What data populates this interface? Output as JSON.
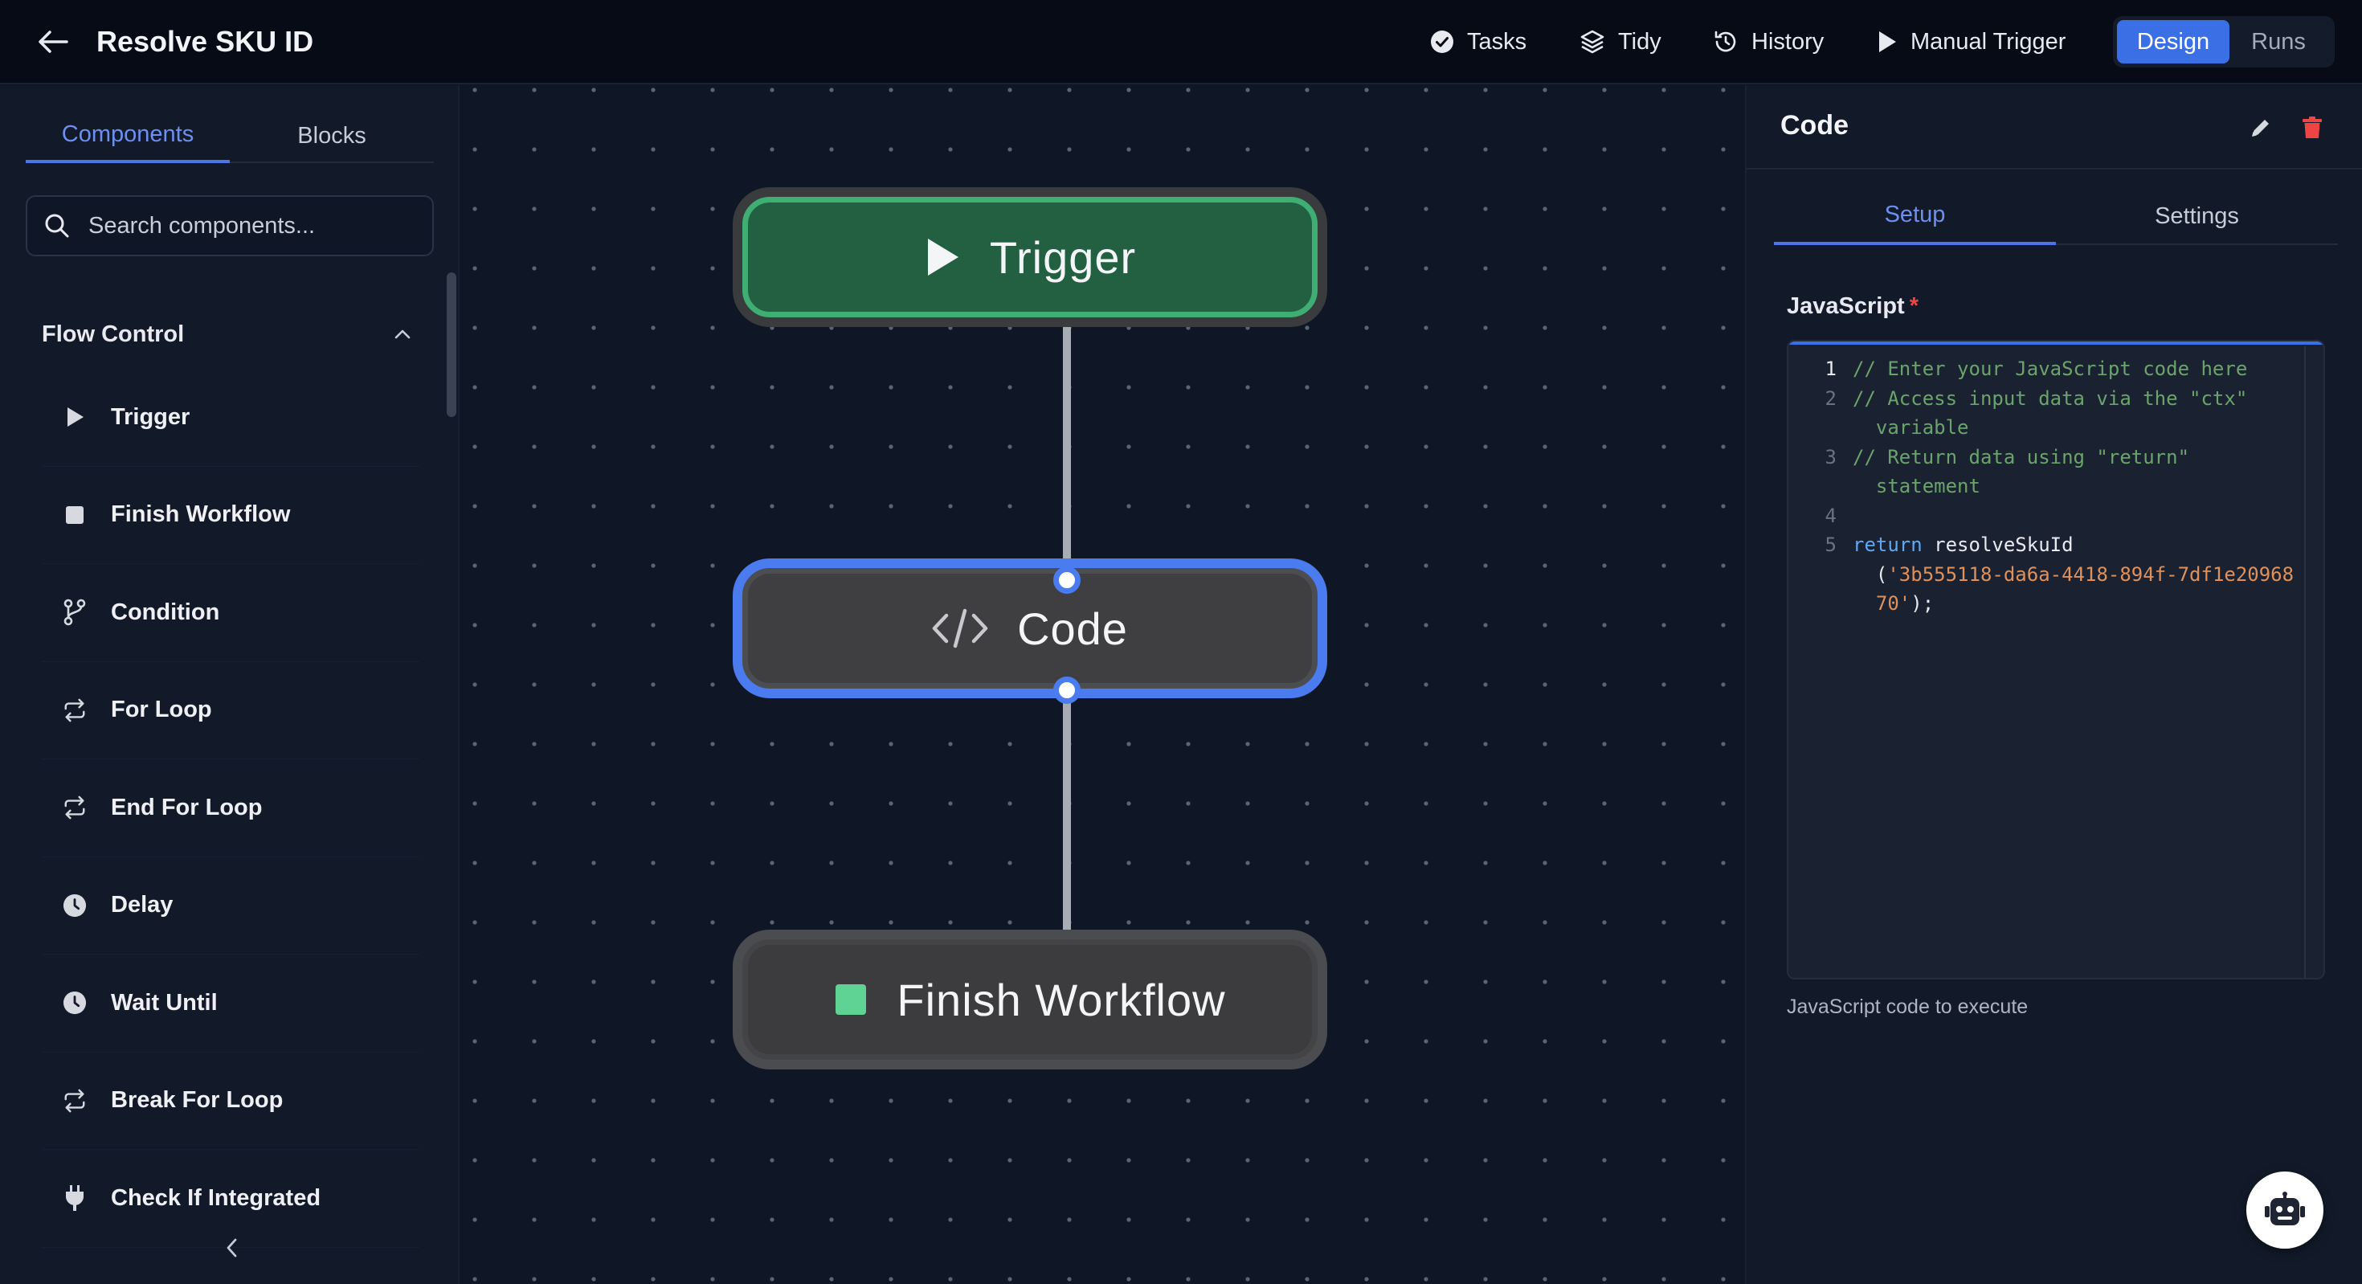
{
  "header": {
    "title": "Resolve SKU ID",
    "actions": {
      "tasks": "Tasks",
      "tidy": "Tidy",
      "history": "History",
      "manual_trigger": "Manual Trigger"
    },
    "mode": {
      "design": "Design",
      "runs": "Runs",
      "selected": "Design"
    }
  },
  "sidebar": {
    "tabs": {
      "components": "Components",
      "blocks": "Blocks",
      "active": "Components"
    },
    "search_placeholder": "Search components...",
    "section_title": "Flow Control",
    "items": [
      {
        "label": "Trigger",
        "icon": "play-icon"
      },
      {
        "label": "Finish Workflow",
        "icon": "stop-square-icon"
      },
      {
        "label": "Condition",
        "icon": "git-branch-icon"
      },
      {
        "label": "For Loop",
        "icon": "repeat-icon"
      },
      {
        "label": "End For Loop",
        "icon": "repeat-icon"
      },
      {
        "label": "Delay",
        "icon": "clock-icon"
      },
      {
        "label": "Wait Until",
        "icon": "clock-icon"
      },
      {
        "label": "Break For Loop",
        "icon": "repeat-icon"
      },
      {
        "label": "Check If Integrated",
        "icon": "plug-icon"
      }
    ]
  },
  "canvas": {
    "nodes": [
      {
        "label": "Trigger",
        "icon": "play-icon",
        "selected": false
      },
      {
        "label": "Code",
        "icon": "code-icon",
        "selected": true
      },
      {
        "label": "Finish Workflow",
        "icon": "stop-square-icon",
        "selected": false
      }
    ]
  },
  "panel": {
    "title": "Code",
    "tabs": {
      "setup": "Setup",
      "settings": "Settings",
      "active": "Setup"
    },
    "field_label": "JavaScript",
    "required_mark": "*",
    "code_lines": [
      {
        "n": "1",
        "parts": [
          {
            "t": "// Enter your JavaScript code here",
            "c": "cmt"
          }
        ]
      },
      {
        "n": "2",
        "parts": [
          {
            "t": "// Access input data via the \"ctx\"",
            "c": "cmt"
          }
        ]
      },
      {
        "n": "",
        "parts": [
          {
            "t": "  variable",
            "c": "cmt"
          }
        ]
      },
      {
        "n": "3",
        "parts": [
          {
            "t": "// Return data using \"return\"",
            "c": "cmt"
          }
        ]
      },
      {
        "n": "",
        "parts": [
          {
            "t": "  statement",
            "c": "cmt"
          }
        ]
      },
      {
        "n": "4",
        "parts": []
      },
      {
        "n": "5",
        "parts": [
          {
            "t": "return",
            "c": "kw"
          },
          {
            "t": " resolveSkuId",
            "c": "idf"
          }
        ]
      },
      {
        "n": "",
        "parts": [
          {
            "t": "  (",
            "c": "idf"
          },
          {
            "t": "'3b555118-da6a-4418-894f-7df1e20968",
            "c": "str"
          }
        ]
      },
      {
        "n": "",
        "parts": [
          {
            "t": "  70'",
            "c": "str"
          },
          {
            "t": ");",
            "c": "idf"
          }
        ]
      }
    ],
    "help_text": "JavaScript code to execute"
  },
  "colors": {
    "accent": "#3b6fe6",
    "trigger_fill": "#236042",
    "trigger_border": "#3fae73",
    "finish_square": "#5fd393",
    "delete_red": "#ef4444"
  }
}
